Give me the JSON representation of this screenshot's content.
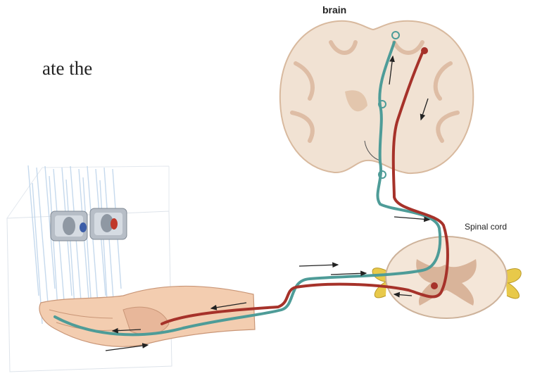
{
  "labels": {
    "fragment": "ate the",
    "brain": "brain",
    "spinal_cord": "Spinal cord"
  },
  "colors": {
    "sensory_pathway": "#4e9c98",
    "motor_pathway": "#a6322a",
    "brain_tissue": "#f1e2d3",
    "gray_matter": "#d9b49a",
    "nerve": "#e8c94a",
    "skin": "#f3cdb0",
    "water": "#bcd3ea",
    "cold_tap": "#3d5ea8",
    "hot_tap": "#c0392b"
  },
  "icons": [
    "faucet-cold-icon",
    "faucet-hot-icon"
  ]
}
